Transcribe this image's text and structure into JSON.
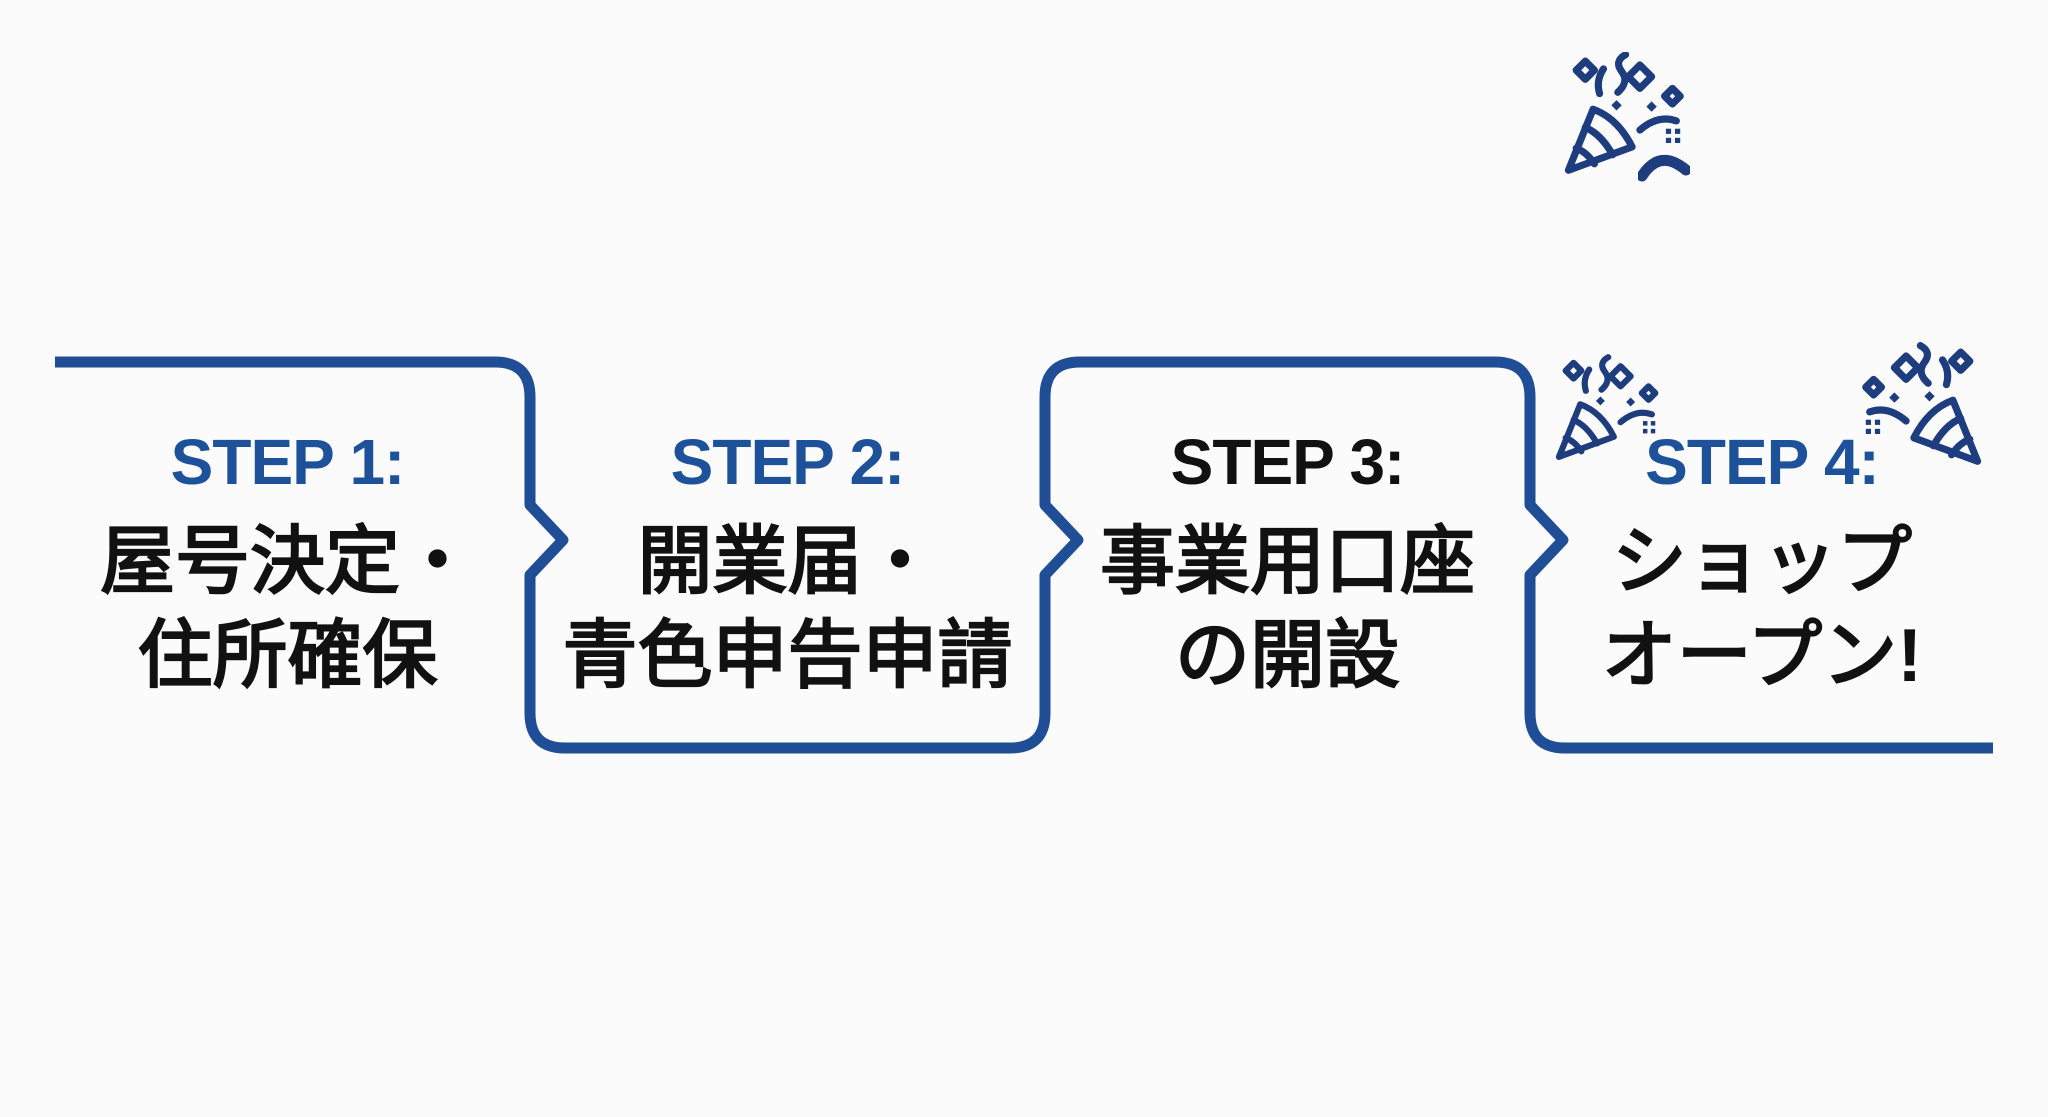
{
  "colors": {
    "line_blue": "#1f4e96",
    "heading_blue": "#1d5199",
    "icon_navy": "#1e3d7e",
    "text_black": "#111111",
    "background": "#fbfbfb"
  },
  "steps": [
    {
      "label": "STEP 1:",
      "line1": "屋号決定・",
      "line2": "住所確保",
      "label_style": "blue",
      "emphasis": false
    },
    {
      "label": "STEP 2:",
      "line1": "開業届・",
      "line2": "青色申告申請",
      "label_style": "blue",
      "emphasis": false
    },
    {
      "label": "STEP 3:",
      "line1": "事業用口座",
      "line2": "の開設",
      "label_style": "black",
      "emphasis": true
    },
    {
      "label": "STEP 4:",
      "line1": "ショップ",
      "line2": "オープン!",
      "label_style": "blue",
      "emphasis": false
    }
  ],
  "icons": [
    {
      "name": "party-popper-icon",
      "position": "top-right"
    },
    {
      "name": "party-popper-icon",
      "position": "left-of-step-4"
    },
    {
      "name": "party-popper-icon",
      "position": "right-of-step-4"
    }
  ]
}
